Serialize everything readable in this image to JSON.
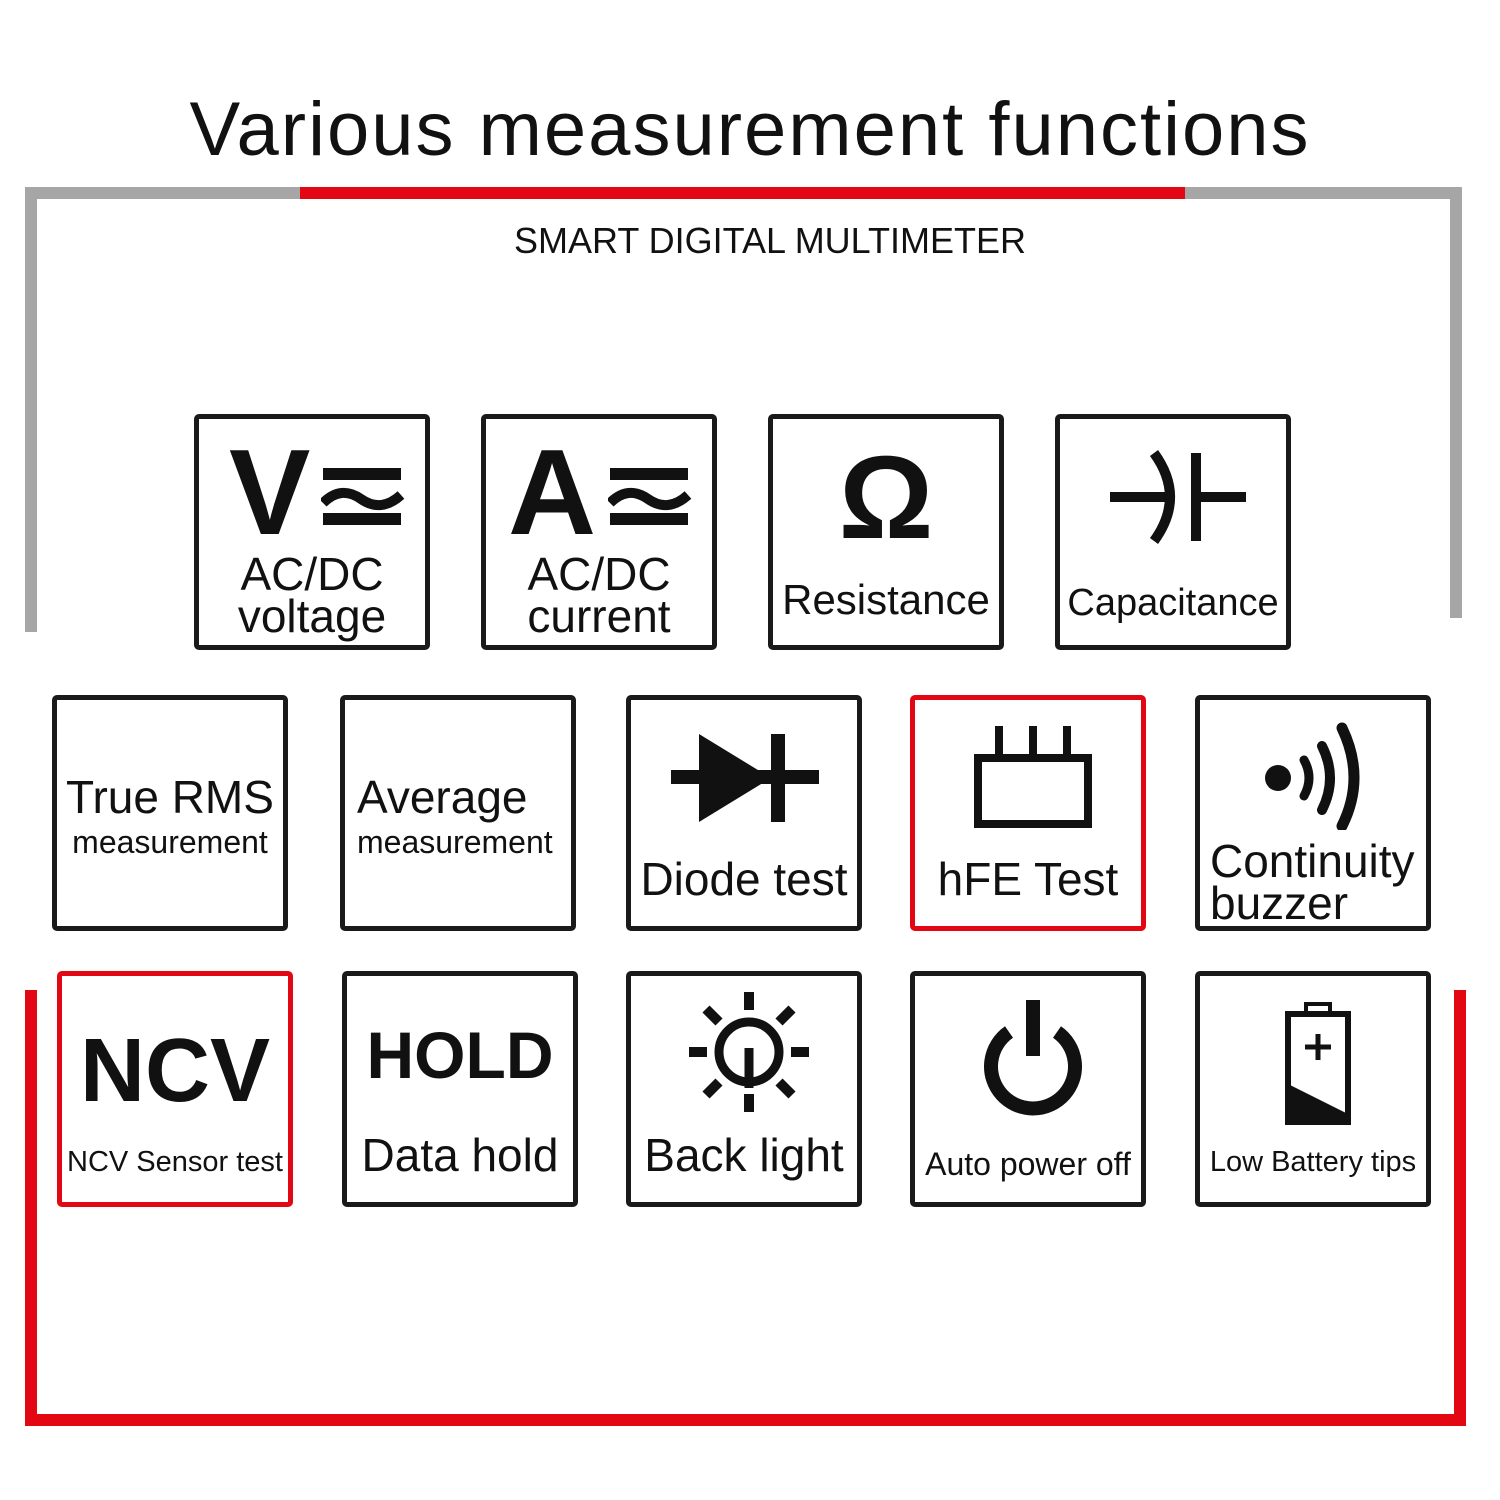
{
  "page": {
    "title": "Various measurement functions",
    "subtitle": "SMART DIGITAL MULTIMETER"
  },
  "colors": {
    "accent": "#e30613",
    "frame_gray": "#a6a6a6",
    "tile_border": "#1a1a1a",
    "text": "#111111"
  },
  "tiles": {
    "acdc_voltage": {
      "symbol": "V",
      "line1": "AC/DC",
      "line2": "voltage",
      "icon": "volt-symbol-icon"
    },
    "acdc_current": {
      "symbol": "A",
      "line1": "AC/DC",
      "line2": "current",
      "icon": "amp-symbol-icon"
    },
    "resistance": {
      "symbol": "Ω",
      "label": "Resistance",
      "icon": "omega-icon"
    },
    "capacitance": {
      "label": "Capacitance",
      "icon": "capacitor-icon"
    },
    "true_rms": {
      "line1": "True RMS",
      "line2": "measurement"
    },
    "average": {
      "line1": "Average",
      "line2": "measurement"
    },
    "diode": {
      "label": "Diode test",
      "icon": "diode-icon"
    },
    "hfe": {
      "label": "hFE Test",
      "icon": "transistor-socket-icon"
    },
    "continuity": {
      "line1": "Continuity",
      "line2": "buzzer",
      "icon": "buzzer-icon"
    },
    "ncv": {
      "symbol": "NCV",
      "label": "NCV Sensor test"
    },
    "hold": {
      "symbol": "HOLD",
      "label": "Data hold"
    },
    "backlight": {
      "label": "Back light",
      "icon": "sun-bulb-icon"
    },
    "auto_power_off": {
      "label": "Auto power off",
      "icon": "power-icon"
    },
    "low_battery": {
      "label": "Low Battery tips",
      "icon": "battery-icon"
    }
  }
}
